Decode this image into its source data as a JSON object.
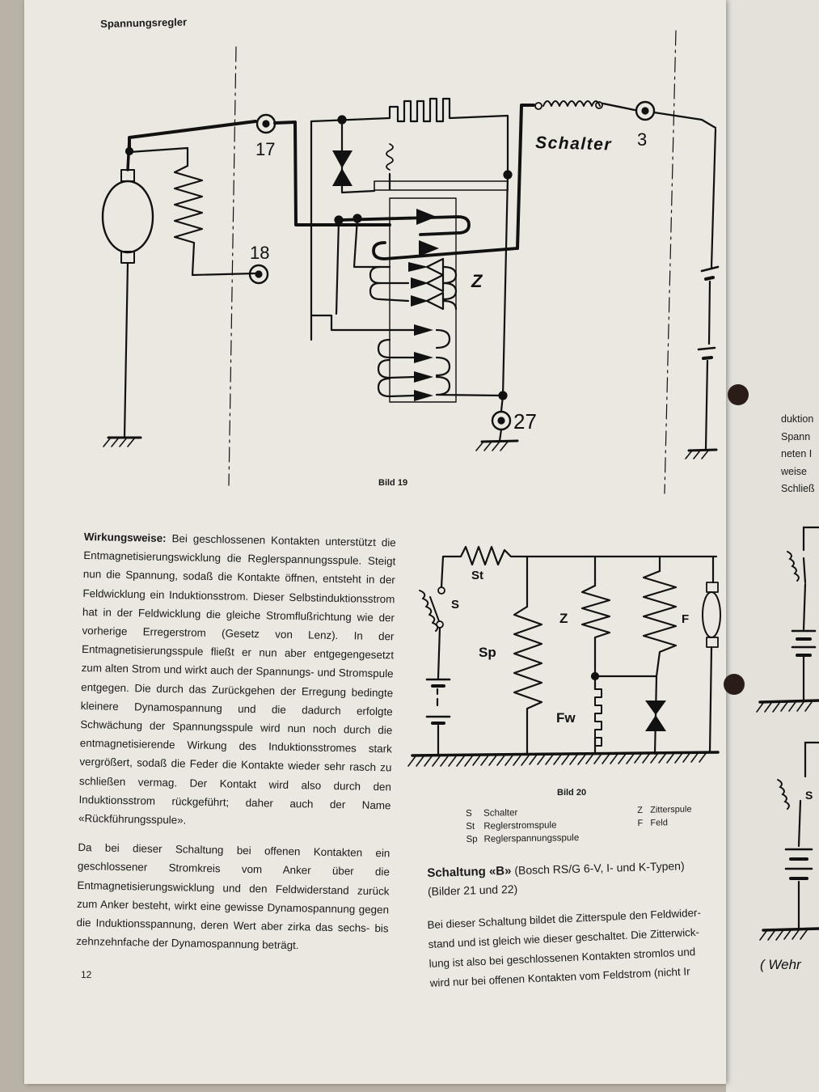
{
  "header": "Spannungsregler",
  "figure19": {
    "caption": "Bild 19",
    "terminals": [
      "17",
      "18",
      "3",
      "27"
    ],
    "switch_label": "Schalter",
    "z_label": "Z"
  },
  "figure20": {
    "caption": "Bild 20",
    "labels": {
      "st": "St",
      "s": "S",
      "sp": "Sp",
      "z": "Z",
      "f": "F",
      "fw": "Fw"
    },
    "legend": [
      {
        "abbr": "S",
        "text": "Schalter"
      },
      {
        "abbr": "St",
        "text": "Reglerstromspule"
      },
      {
        "abbr": "Sp",
        "text": "Reglerspannungsspule"
      },
      {
        "abbr": "Z",
        "text": "Zitterspule"
      },
      {
        "abbr": "F",
        "text": "Feld"
      }
    ]
  },
  "body": {
    "p1_lead": "Wirkungsweise:",
    "p1": "Bei geschlossenen Kontakten unterstützt die Entmagnetisierungswicklung die Reglerspannungsspule. Steigt nun die Spannung, sodaß die Kontakte öffnen, entsteht in der Feldwicklung ein Induktionsstrom. Dieser Selbstinduktionsstrom hat in der Feldwicklung die gleiche Stromflußrichtung wie der vorherige Erregerstrom (Gesetz von Lenz). In der Entmagnetisierungsspule fließt er nun aber entgegengesetzt zum alten Strom und wirkt auch der Spannungs- und Stromspule entgegen. Die durch das Zurückgehen der Erregung bedingte kleinere Dynamospannung und die dadurch erfolgte Schwächung der Spannungsspule wird nun noch durch die entmagnetisierende Wirkung des Induktionsstromes stark vergrößert, sodaß die Feder die Kontakte wieder sehr rasch zu schließen vermag. Der Kontakt wird also durch den Induktionsstrom rückgeführt; daher auch der Name «Rückführungsspule».",
    "p2": "Da bei dieser Schaltung bei offenen Kontakten ein geschlossener Stromkreis vom Anker über die Entmagnetisierungswicklung und den Feldwiderstand zurück zum Anker besteht, wirkt eine gewisse Dynamospannung gegen die Induktionsspannung, deren Wert aber zirka das sechs- bis zehnzehnfache der Dynamospannung beträgt."
  },
  "page_number": "12",
  "section": {
    "title": "Schaltung «B»",
    "title_note": "(Bosch RS/G 6-V, I- und K-Typen)",
    "subtitle": "(Bilder 21 und 22)",
    "lines": [
      "Bei dieser Schaltung bildet die Zitterspule den Feldwider-",
      "stand und ist gleich wie dieser geschaltet. Die Zitterwick-",
      "lung ist also bei geschlossenen Kontakten stromlos und",
      "wird nur bei offenen Kontakten vom Feldstrom (nicht Ir"
    ]
  },
  "next_page": {
    "lines": [
      "duktion",
      "Spann",
      "neten I",
      "weise",
      "Schließ"
    ],
    "s_label": "S",
    "hand_note": "( Wehr"
  }
}
